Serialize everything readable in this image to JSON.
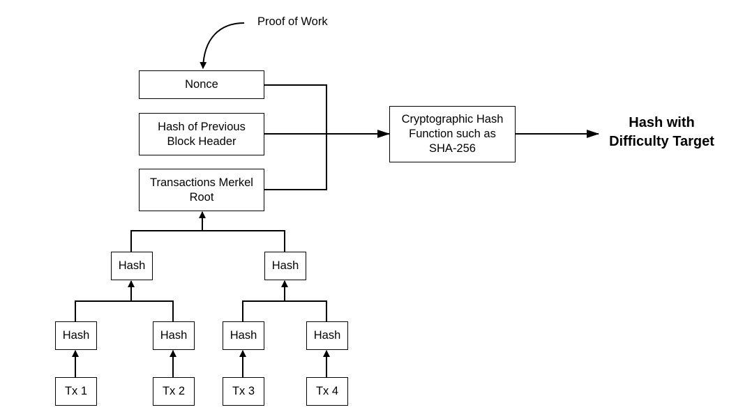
{
  "annotation": "Proof of Work",
  "header": {
    "nonce": "Nonce",
    "prev_hash": "Hash of Previous Block Header",
    "merkle_root": "Transactions Merkel Root"
  },
  "hash_function": "Cryptographic Hash Function such as SHA-256",
  "result": "Hash with Difficulty Target",
  "merkle": {
    "level1_left": "Hash",
    "level1_right": "Hash",
    "leaf_hashes": [
      "Hash",
      "Hash",
      "Hash",
      "Hash"
    ],
    "transactions": [
      "Tx 1",
      "Tx 2",
      "Tx 3",
      "Tx 4"
    ]
  }
}
